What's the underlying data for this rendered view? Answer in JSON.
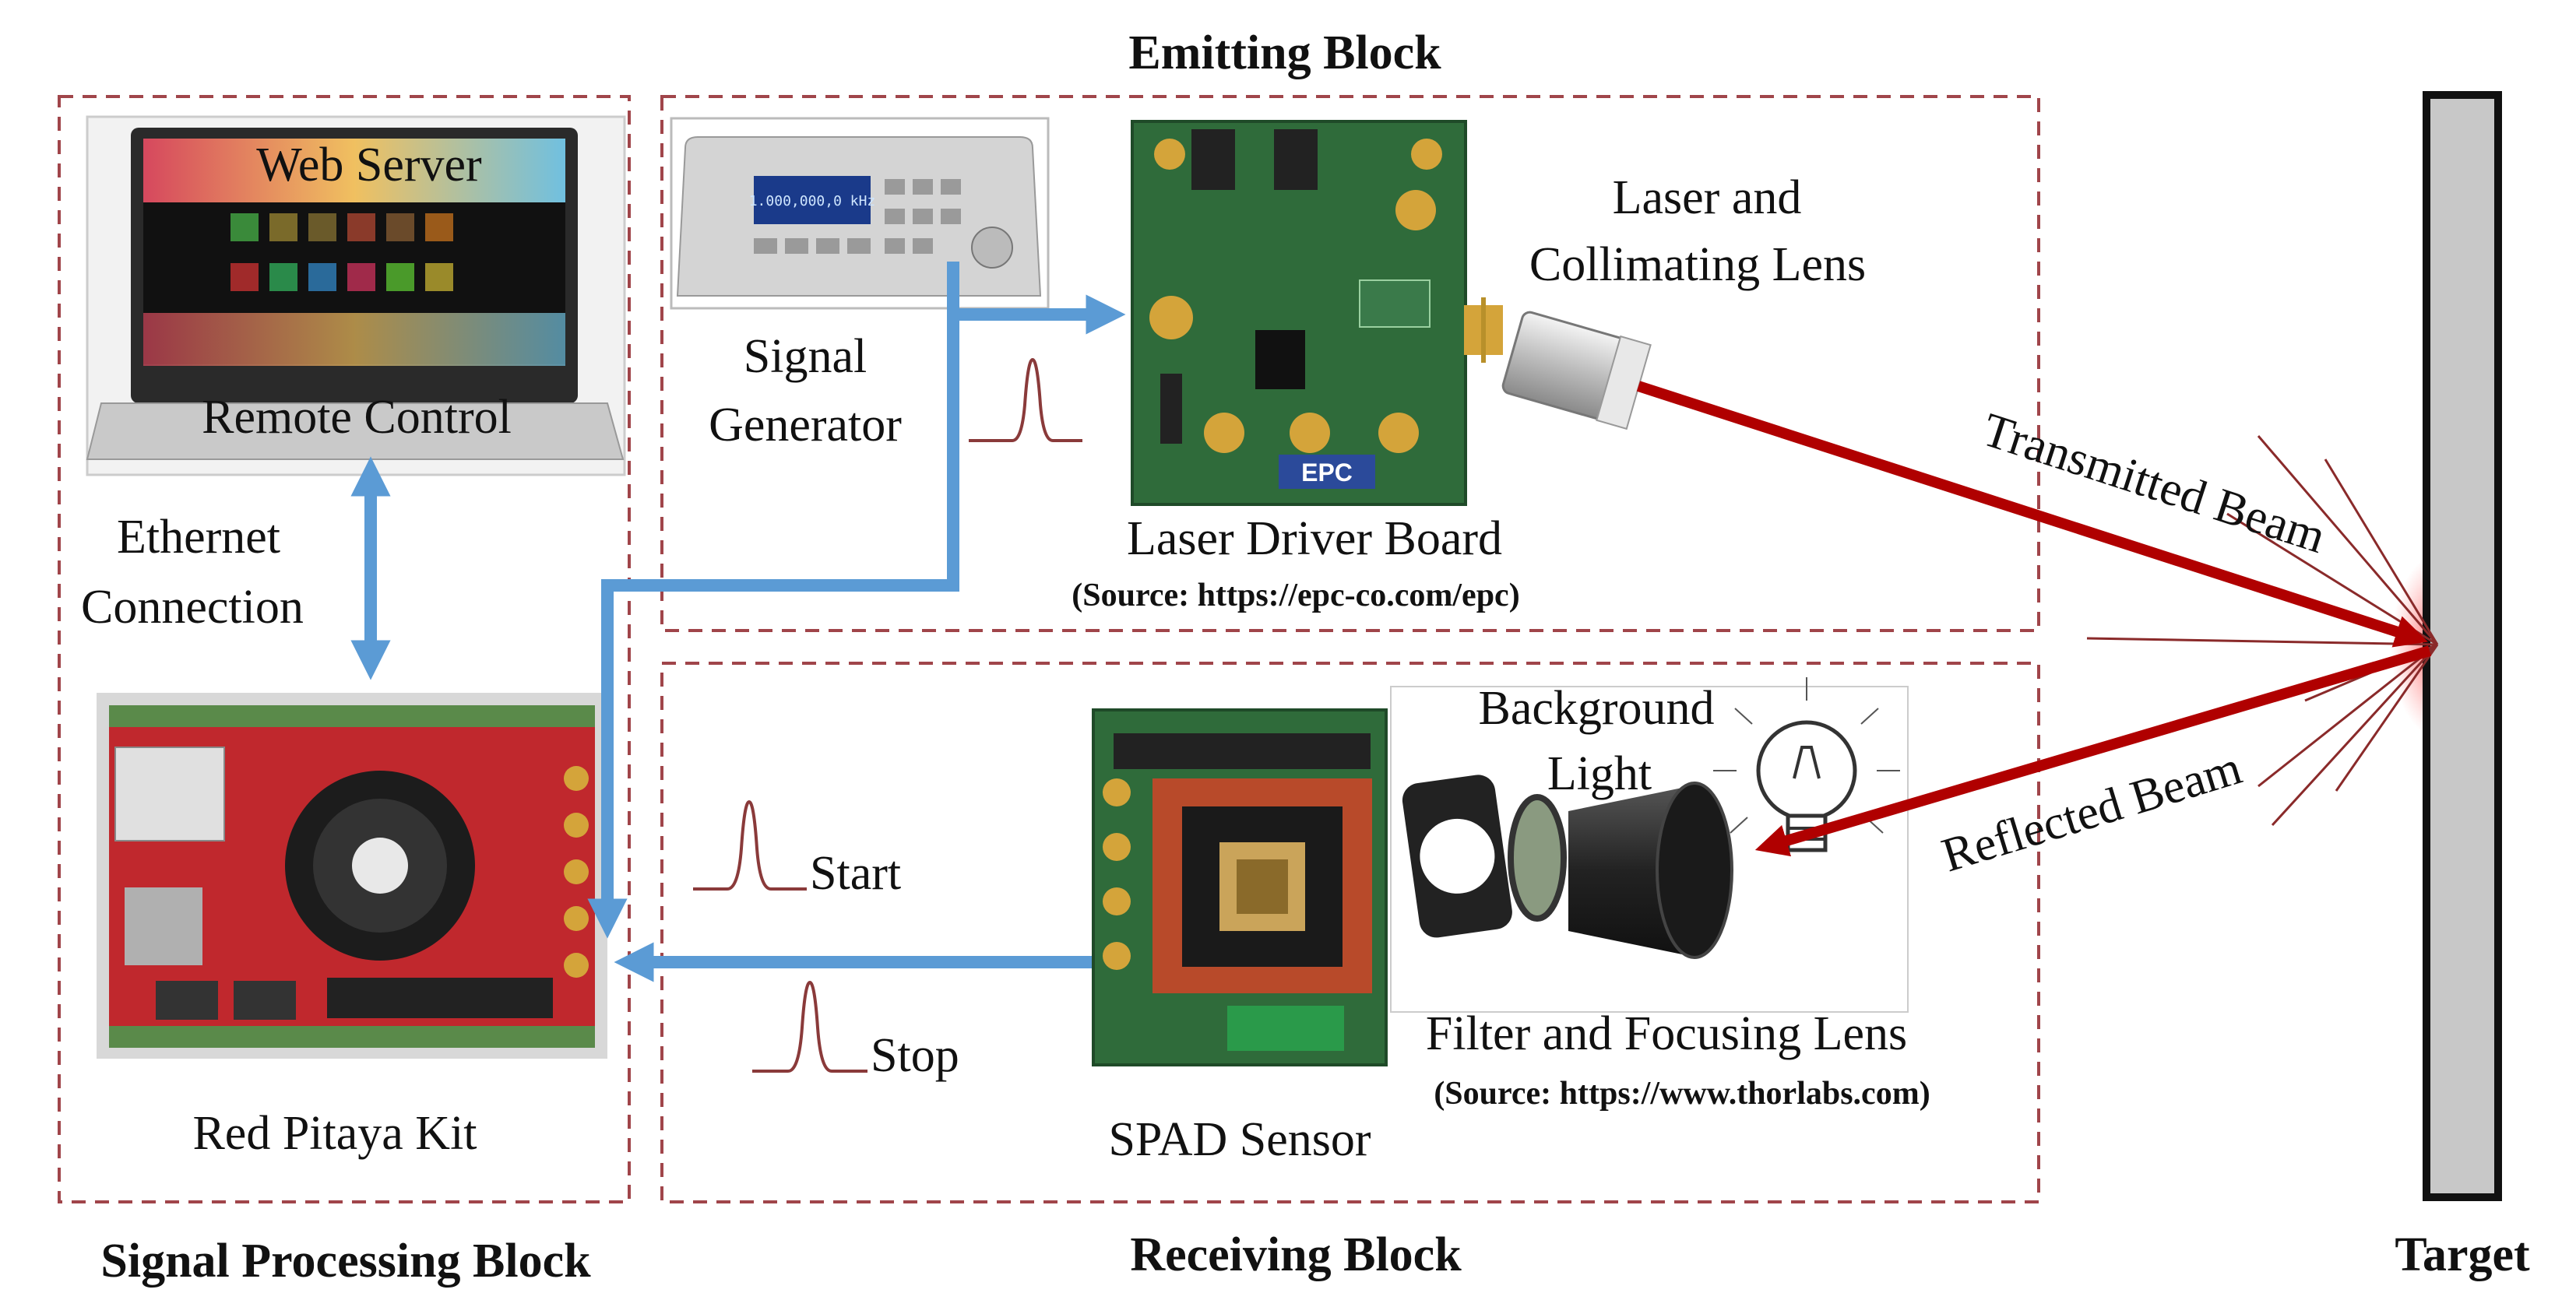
{
  "blocks": {
    "emitting": "Emitting Block",
    "signal_processing": "Signal Processing Block",
    "receiving": "Receiving Block",
    "target": "Target"
  },
  "laptop": {
    "screen_title": "Web Server",
    "label": "Remote Control"
  },
  "ethernet": {
    "line1": "Ethernet",
    "line2": "Connection"
  },
  "signal_generator": {
    "display": "1.000,000,0 kHz",
    "label_line1": "Signal",
    "label_line2": "Generator"
  },
  "laser_driver": {
    "label": "Laser Driver Board",
    "source": "(Source: https://epc-co.com/epc)",
    "silk_logo": "EPC"
  },
  "laser_lens": {
    "line1": "Laser and",
    "line2": "Collimating Lens"
  },
  "beams": {
    "transmitted": "Transmitted Beam",
    "reflected": "Reflected Beam"
  },
  "background_light": {
    "line1": "Background",
    "line2": "Light"
  },
  "filter": {
    "label": "Filter and Focusing Lens",
    "source": "(Source: https://www.thorlabs.com)"
  },
  "spad": {
    "label": "SPAD Sensor"
  },
  "red_pitaya": {
    "label": "Red Pitaya Kit"
  },
  "pulses": {
    "start": "Start",
    "stop": "Stop"
  },
  "colors": {
    "dashed_border": "#a0454a",
    "blue_arrow": "#5b9bd5",
    "red_beam": "#b00000",
    "target_fill": "#c8c8c8",
    "pcb_green": "#2f6b3a",
    "pcb_red": "#c0282d"
  }
}
